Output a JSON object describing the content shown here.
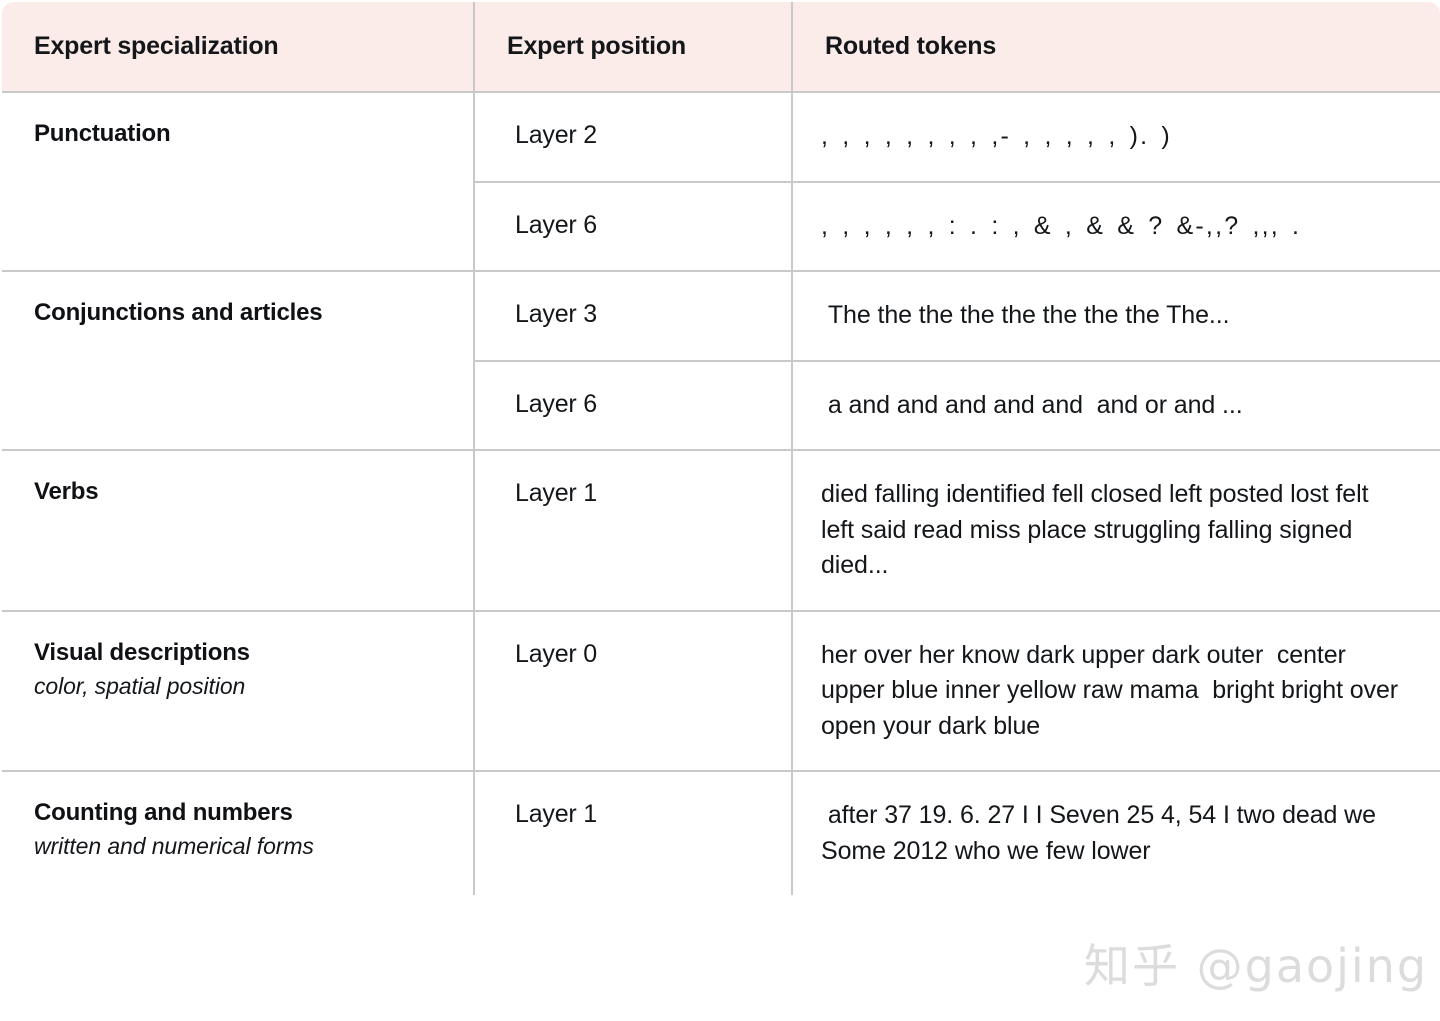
{
  "table": {
    "headers": [
      "Expert specialization",
      "Expert position",
      "Routed tokens"
    ],
    "groups": [
      {
        "title": "Punctuation",
        "subtitle": "",
        "rows": [
          {
            "position": "Layer 2",
            "tokens": ", , , , , , , , ,- , , , , , ). )"
          },
          {
            "position": "Layer 6",
            "tokens": ", , , , , , : . : , & , & & ? &-,,? ,,, ."
          }
        ]
      },
      {
        "title": "Conjunctions and articles",
        "subtitle": "",
        "rows": [
          {
            "position": "Layer 3",
            "tokens": " The the the the the the the the The..."
          },
          {
            "position": "Layer 6",
            "tokens": " a and and and and and  and or and ..."
          }
        ]
      },
      {
        "title": "Verbs",
        "subtitle": "",
        "rows": [
          {
            "position": "Layer 1",
            "tokens": "died falling identified fell closed left posted lost felt  left said read miss place struggling falling signed died..."
          }
        ]
      },
      {
        "title": "Visual descriptions",
        "subtitle": "color, spatial position",
        "rows": [
          {
            "position": "Layer 0",
            "tokens": "her over her know dark upper dark outer  center upper blue inner yellow raw mama  bright bright over open your dark blue"
          }
        ]
      },
      {
        "title": "Counting and numbers",
        "subtitle": "written and numerical forms",
        "rows": [
          {
            "position": "Layer 1",
            "tokens": " after 37 19. 6. 27 I I Seven 25 4, 54 I two dead we  Some 2012 who we few lower"
          }
        ]
      }
    ]
  },
  "watermark": {
    "text": "知乎 @gaojing"
  },
  "colors": {
    "header_background": "#fcece9",
    "border": "#c9c9c9",
    "text": "#14171a",
    "watermark": "#dcdcdc"
  }
}
